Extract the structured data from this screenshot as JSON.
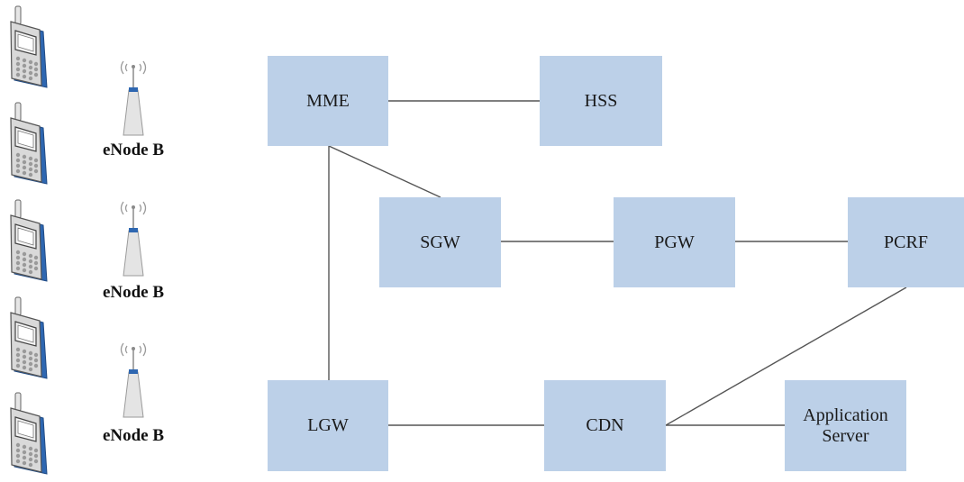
{
  "colors": {
    "box_fill": "#bcd0e8",
    "line": "#555555",
    "phone_body": "#d9d9d9",
    "phone_side": "#2e67b1",
    "antenna": "#e4e4e4"
  },
  "user_equipment": [
    {
      "icon": "mobile-phone-icon"
    },
    {
      "icon": "mobile-phone-icon"
    },
    {
      "icon": "mobile-phone-icon"
    },
    {
      "icon": "mobile-phone-icon"
    },
    {
      "icon": "mobile-phone-icon"
    }
  ],
  "enodebs": [
    {
      "label": "eNode B",
      "icon": "cell-antenna-icon"
    },
    {
      "label": "eNode B",
      "icon": "cell-antenna-icon"
    },
    {
      "label": "eNode B",
      "icon": "cell-antenna-icon"
    }
  ],
  "nodes": {
    "mme": "MME",
    "hss": "HSS",
    "sgw": "SGW",
    "pgw": "PGW",
    "pcrf": "PCRF",
    "lgw": "LGW",
    "cdn": "CDN",
    "app_server_line1": "Application",
    "app_server_line2": "Server"
  },
  "links": [
    [
      "mme",
      "hss"
    ],
    [
      "mme",
      "sgw"
    ],
    [
      "mme",
      "lgw"
    ],
    [
      "sgw",
      "pgw"
    ],
    [
      "pgw",
      "pcrf"
    ],
    [
      "lgw",
      "cdn"
    ],
    [
      "cdn",
      "app_server"
    ],
    [
      "pcrf",
      "cdn"
    ]
  ]
}
